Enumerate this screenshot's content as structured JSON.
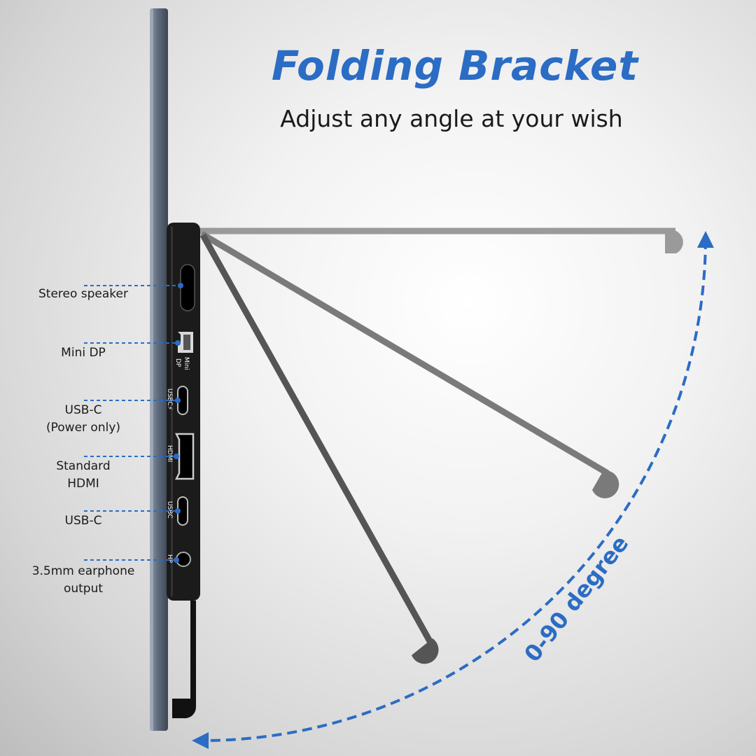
{
  "header": {
    "title": "Folding Bracket",
    "subtitle": "Adjust any angle at your wish"
  },
  "angle_label": "0-90 degree",
  "ports": [
    {
      "label": "Stereo speaker",
      "tag": ""
    },
    {
      "label": "Mini DP",
      "tag": "Mini DP"
    },
    {
      "label": "USB-C (Power only)",
      "tag": "USBC ⚡"
    },
    {
      "label": "Standard HDMI",
      "tag": "HDMI"
    },
    {
      "label": "USB-C",
      "tag": "USBC"
    },
    {
      "label": "3.5mm earphone output",
      "tag": "HP"
    }
  ],
  "labels": {
    "speaker": "Stereo speaker",
    "minidp": "Mini DP",
    "usbc_power_1": "USB-C",
    "usbc_power_2": "(Power only)",
    "hdmi_1": "Standard",
    "hdmi_2": "HDMI",
    "usbc": "USB-C",
    "hp_1": "3.5mm earphone",
    "hp_2": "output"
  },
  "tags": {
    "mini": "Mini",
    "dp": "DP",
    "usbc_power": "USBC⚡",
    "hdmi": "HDMI",
    "usbc": "USBC",
    "hp": "HP"
  },
  "colors": {
    "accent": "#2b6cc4",
    "device_body": "#4b5564",
    "port_panel": "#1b1b1b"
  }
}
